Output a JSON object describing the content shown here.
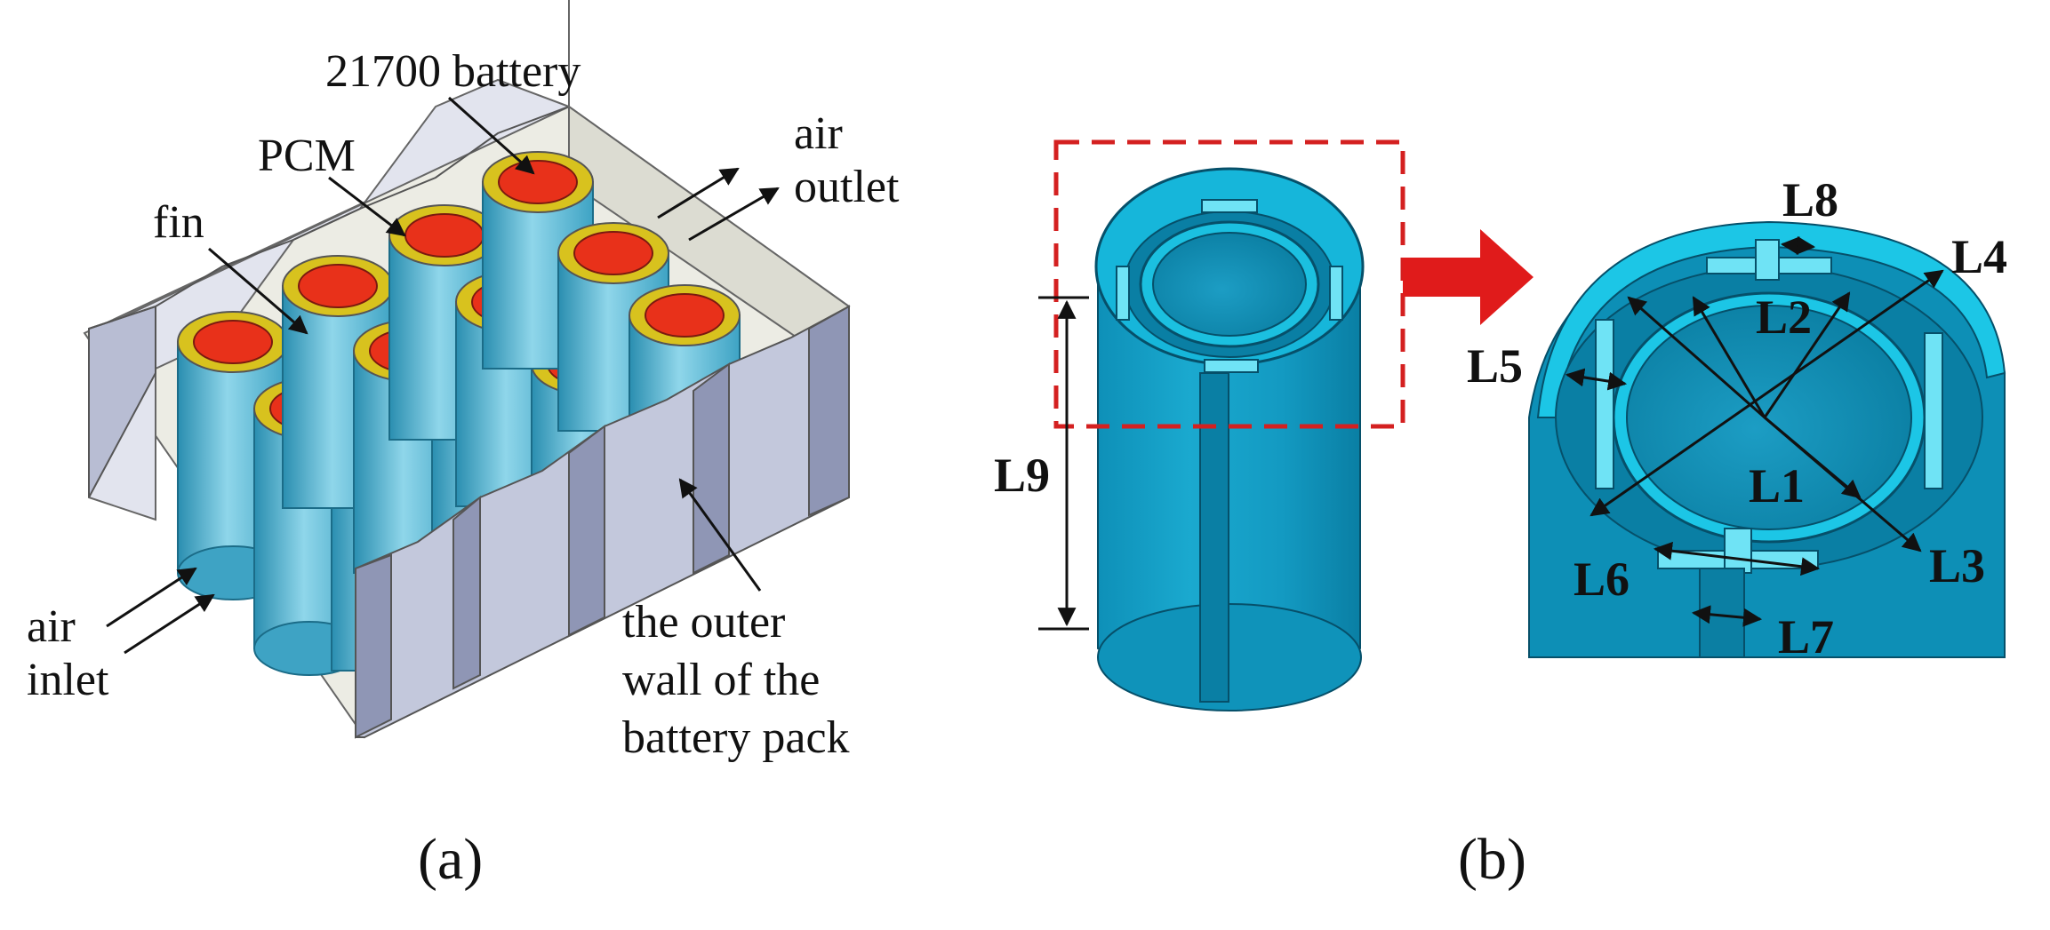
{
  "panel_a": {
    "labels": {
      "battery": "21700 battery",
      "pcm": "PCM",
      "fin": "fin",
      "air_outlet_1": "air",
      "air_outlet_2": "outlet",
      "air_inlet_1": "air",
      "air_inlet_2": "inlet",
      "outer_wall_1": "the outer",
      "outer_wall_2": "wall of the",
      "outer_wall_3": "battery pack"
    },
    "caption": "(a)"
  },
  "panel_b": {
    "dimensions": [
      "L1",
      "L2",
      "L3",
      "L4",
      "L5",
      "L6",
      "L7",
      "L8",
      "L9"
    ],
    "caption": "(b)"
  },
  "colors": {
    "battery_core": "#e8311a",
    "pcm_ring": "#d8c21e",
    "cylinder_blue": "#3aa7c9",
    "tube_cyan": "#14b4d8",
    "tube_dark": "#0b7fa3",
    "highlight_box": "#d42020",
    "arrow_red": "#e01b1b",
    "pack_wall": "#9ea6c4",
    "pack_floor": "#ecece4"
  }
}
